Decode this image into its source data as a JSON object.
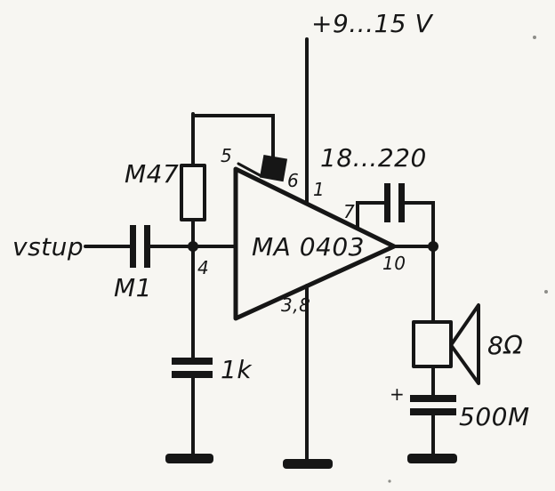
{
  "colors": {
    "ink": "#161616",
    "paper": "#f7f6f2"
  },
  "labels": {
    "supply": "+9...15 V",
    "input": "vstup",
    "feedback_resistor": "M47",
    "input_cap": "M1",
    "ic": "MA 0403",
    "feedback_cap": "18...220",
    "bypass_cap": "1k",
    "speaker": "8Ω",
    "output_cap": "500M",
    "output_cap_polarity": "+"
  },
  "pins": {
    "pin5": "5",
    "pin6": "6",
    "pin1": "1",
    "pin4": "4",
    "pin7": "7",
    "pin10": "10",
    "pin38": "3,8"
  }
}
